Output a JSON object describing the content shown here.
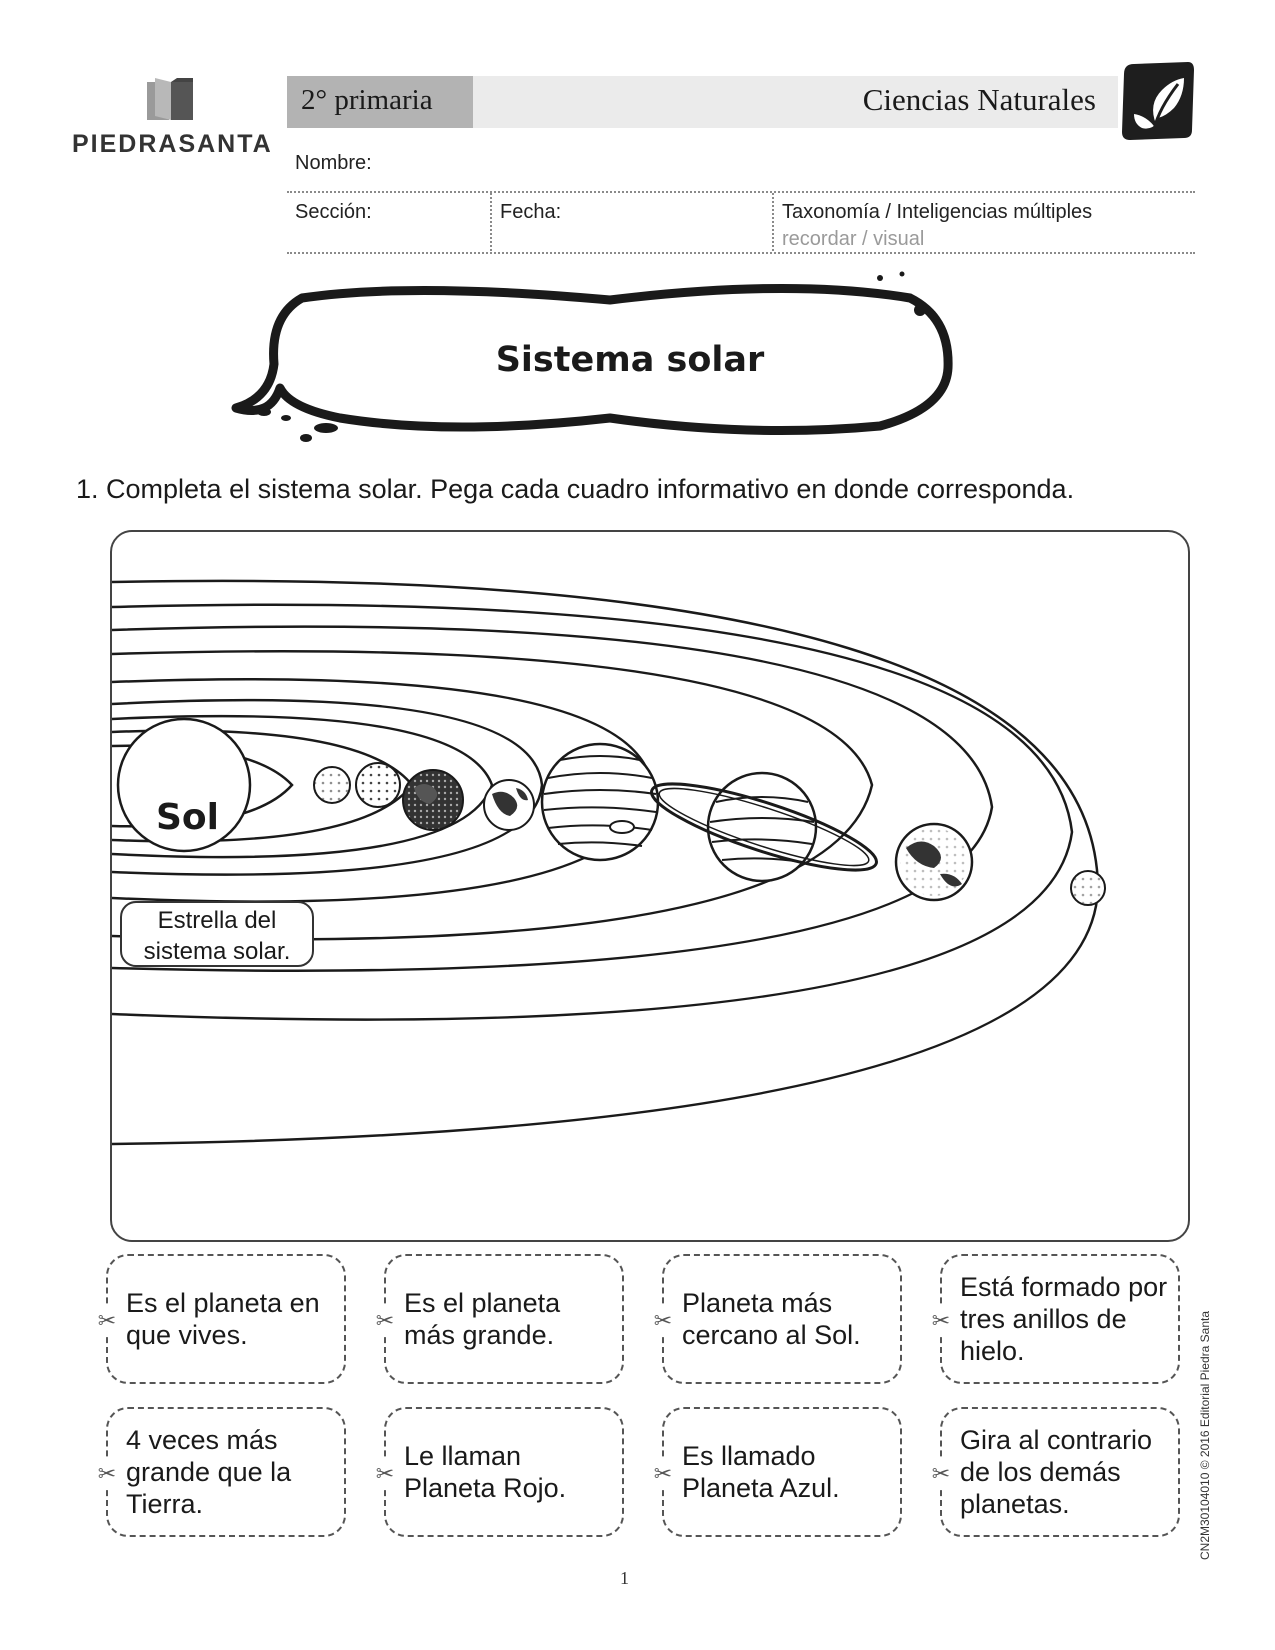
{
  "header": {
    "publisher": "PIEDRASANTA",
    "grade": "2° primaria",
    "subject": "Ciencias Naturales",
    "icon": "leaf-icon"
  },
  "form": {
    "name_label": "Nombre:",
    "section_label": "Sección:",
    "date_label": "Fecha:",
    "taxonomy_label": "Taxonomía / Inteligencias múltiples",
    "taxonomy_value": "recordar / visual"
  },
  "title": "Sistema solar",
  "instruction": "1. Completa el sistema solar. Pega cada cuadro informativo en donde corresponda.",
  "diagram": {
    "sun_label": "Sol",
    "sun_box_line1": "Estrella del",
    "sun_box_line2": "sistema solar.",
    "planet_icons": [
      "mercury-icon",
      "venus-icon",
      "earth-icon",
      "mars-icon",
      "jupiter-icon",
      "saturn-icon",
      "uranus-icon",
      "neptune-icon"
    ]
  },
  "cards": [
    {
      "text": "Es el planeta en que vives."
    },
    {
      "text": "Es el planeta más grande."
    },
    {
      "text": "Planeta más cercano al Sol."
    },
    {
      "text": "Está formado por tres anillos de hielo."
    },
    {
      "text": "4 veces más grande que la Tierra."
    },
    {
      "text": "Le llaman Planeta Rojo."
    },
    {
      "text": "Es llamado Planeta Azul."
    },
    {
      "text": "Gira al contrario de los demás planetas."
    }
  ],
  "footer": {
    "copyright": "CN2M30104010 © 2016 Editorial Piedra Santa",
    "page_number": "1"
  },
  "colors": {
    "grade_bar": "#b3b3b3",
    "subject_bar": "#ebebeb",
    "ink": "#1a1a1a"
  }
}
